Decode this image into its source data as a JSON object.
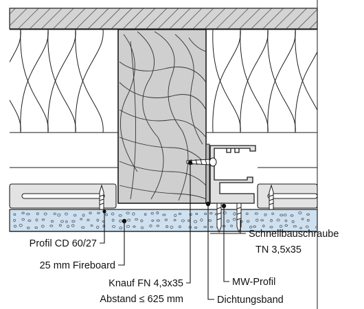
{
  "labels": {
    "profil_cd": "Profil CD 60/27",
    "fireboard": "25 mm Fireboard",
    "knauf_line1": "Knauf FN 4,3x35",
    "knauf_line2": "Abstand ≤ 625 mm",
    "dichtungsband": "Dichtungsband",
    "mw_profil": "MW-Profil",
    "schnell_line1": "Schnellbauschraube",
    "schnell_line2": "TN 3,5x35"
  },
  "colors": {
    "concrete_fill": "#d4d4d4",
    "wood_fill": "#cfcfcf",
    "board_fill": "#cfe0ee",
    "board_dots": "#5a6a78",
    "profile_fill": "#e0e0e0",
    "line": "#1a1a1a"
  }
}
